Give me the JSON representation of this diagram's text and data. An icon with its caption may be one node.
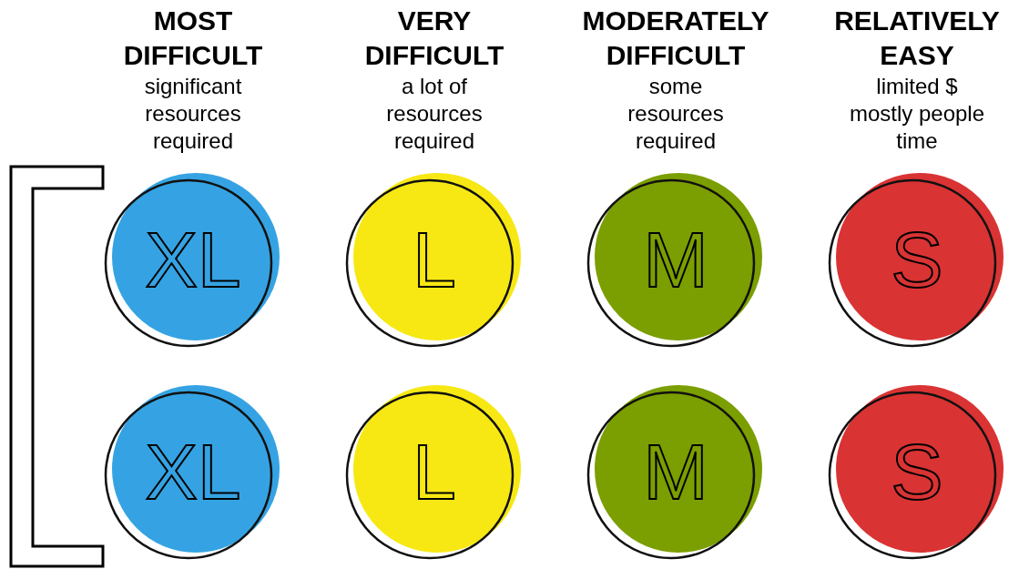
{
  "diagram": {
    "nodes": [
      {
        "text": [
          "XL"
        ]
      },
      {
        "text": [
          "L"
        ]
      },
      {
        "text": [
          "M"
        ]
      },
      {
        "text": [
          "S"
        ]
      },
      {
        "text": [
          "XL"
        ]
      },
      {
        "text": [
          "L"
        ]
      },
      {
        "text": [
          "M"
        ]
      },
      {
        "text": [
          "S"
        ]
      },
      {
        "text": [],
        "shape": "bracket"
      }
    ],
    "labels": [
      "MOST DIFFICULT",
      "significant resources required",
      "VERY DIFFICULT",
      "a lot of resources required",
      "MODERATELY DIFFICULT",
      "some resources required",
      "RELATIVELY EASY",
      "limited $ mostly people time"
    ]
  }
}
